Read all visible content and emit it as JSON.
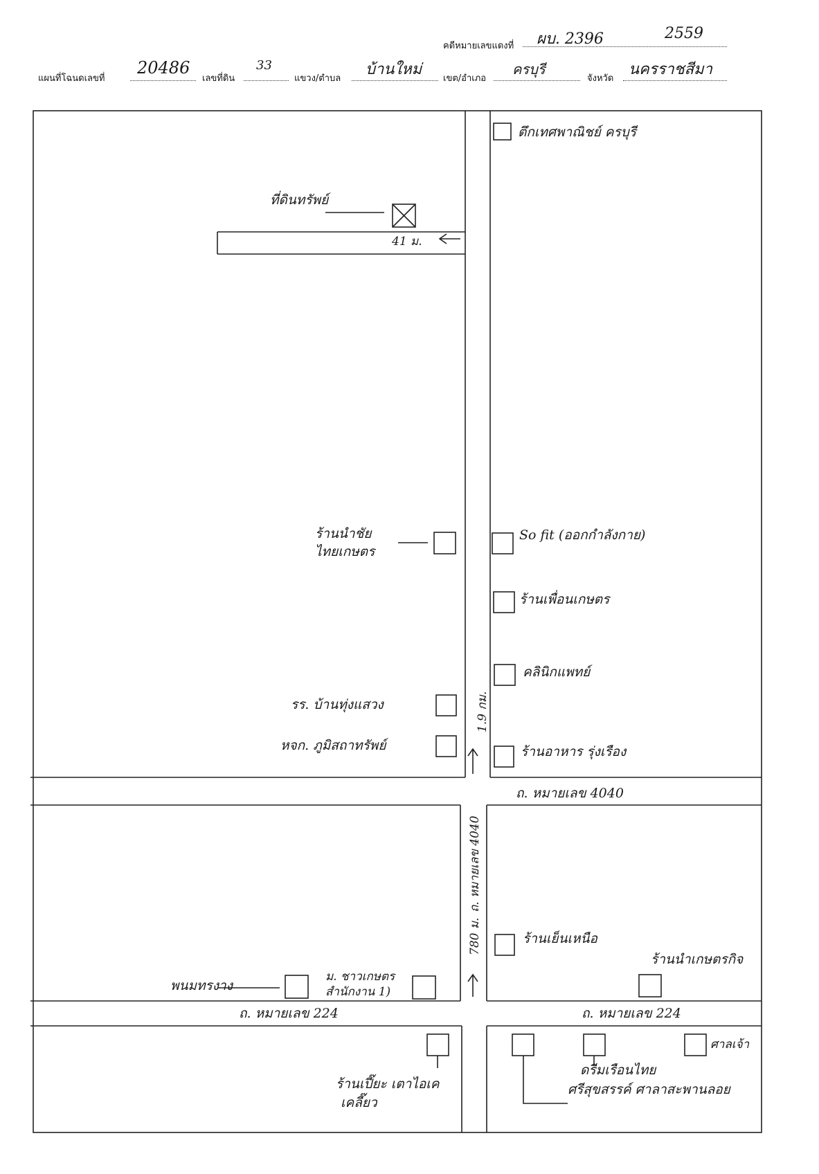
{
  "header": {
    "case_red_label": "คดีหมายเลขแดงที่",
    "case_red_value": "ผบ. 2396",
    "case_red_year": "2559",
    "deed_label": "แผนที่โฉนดเลขที่",
    "deed_value": "20486",
    "land_no_label": "เลขที่ดิน",
    "land_no_value": "33",
    "subdistrict_label": "แขวง/ตำบล",
    "subdistrict_value": "บ้านใหม่",
    "district_label": "เขต/อำเภอ",
    "district_value": "ครบุรี",
    "province_label": "จังหวัด",
    "province_value": "นครราชสีมา"
  },
  "map": {
    "top_right_place": "ตึกเทศพาณิชย์ ครบุรี",
    "property_label": "ที่ดินทรัพย์",
    "alley_distance": "41 ม.",
    "left_shop1_line1": "ร้านนำชัย",
    "left_shop1_line2": "ไทยเกษตร",
    "right_shop1": "So fit (ออกกำลังกาย)",
    "right_shop2": "ร้านเพื่อนเกษตร",
    "right_shop3": "คลินิกแพทย์",
    "left_school": "รร. บ้านทุ่งแสวง",
    "left_store": "หจก. ภูมิสถาทรัพย์",
    "right_shop4": "ร้านอาหาร รุ่งเรือง",
    "vertical_distance_top": "1.9 กม.",
    "road_upper_name": "ถ. หมายเลข 4040",
    "vertical_road_name": "ถ. หมายเลข 4040",
    "vertical_distance_bottom": "780 ม.",
    "right_shop5": "ร้านเย็นเหนือ",
    "right_shop6": "ร้านนำเกษตรกิจ",
    "bottom_left_shop": "พนมทรงาง",
    "bottom_coop_line1": "ม. ชาวเกษตร",
    "bottom_coop_line2": "สำนักงาน 1)",
    "road_lower_left": "ถ. หมายเลข 224",
    "road_lower_right": "ถ. หมายเลข 224",
    "bottom_right_shop": "ศาลเจ้า",
    "bottom_center_label1": "ดรีมเรือนไทย",
    "bottom_center_label2": "ศรีสุขสรรค์ ศาลาสะพานลอย",
    "bottom_shop_line1": "ร้านเปี๊ยะ เตาไอเค",
    "bottom_shop_line2": "เคลี๊ยว"
  }
}
